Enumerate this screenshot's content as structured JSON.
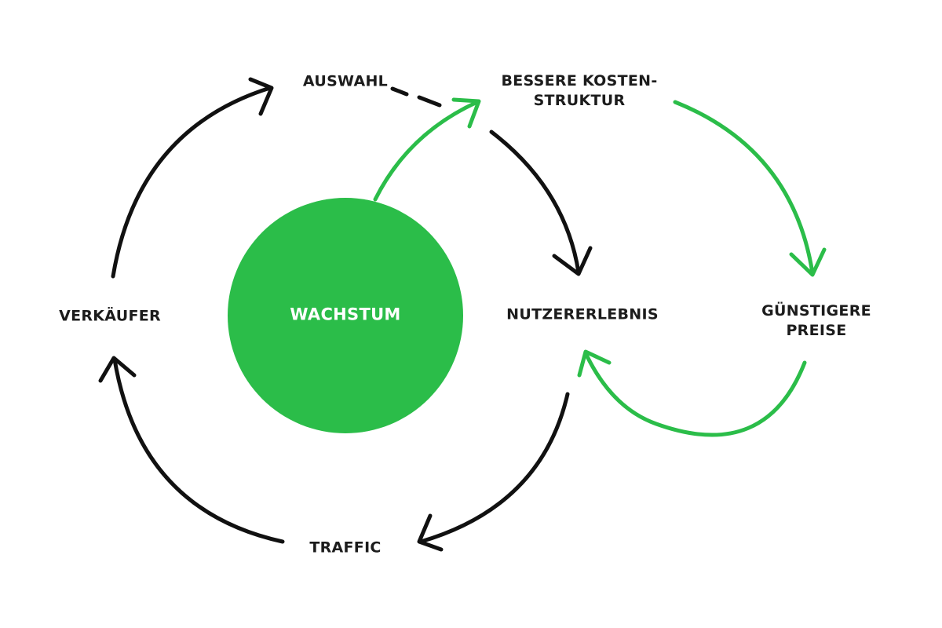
{
  "colors": {
    "accent_green": "#2bbd49",
    "ink": "#111111",
    "label_text": "#1c1c1c",
    "center_text": "#ffffff",
    "background": "#ffffff"
  },
  "center": {
    "label": "WACHSTUM"
  },
  "nodes": {
    "selection": "AUSWAHL",
    "cost_structure_line1": "BESSERE KOSTEN-",
    "cost_structure_line2": "STRUKTUR",
    "sellers": "VERKÄUFER",
    "user_experience": "NUTZERERLEBNIS",
    "lower_prices_line1": "GÜNSTIGERE",
    "lower_prices_line2": "PREISE",
    "traffic": "TRAFFIC"
  }
}
